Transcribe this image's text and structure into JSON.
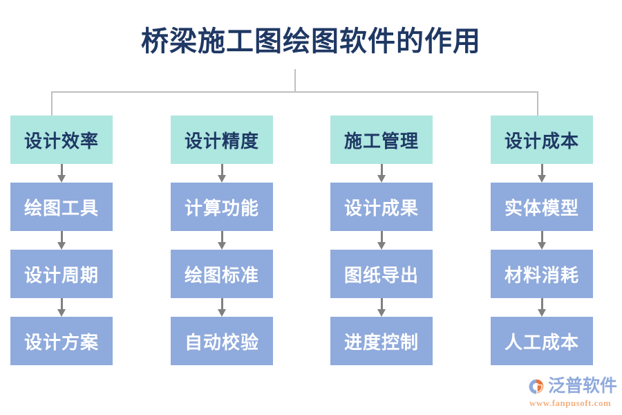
{
  "diagram": {
    "title": "桥梁施工图绘图软件的作用",
    "type": "flowchart-tree",
    "colors": {
      "title_text": "#1f3864",
      "header_box_fill": "#aee6e0",
      "header_box_text": "#1f3864",
      "sub_box_fill": "#8faadc",
      "sub_box_text": "#ffffff",
      "connector_line": "#bfbfbf",
      "arrow": "#808080",
      "background": "#ffffff"
    },
    "columns": [
      {
        "header": "设计效率",
        "items": [
          "绘图工具",
          "设计周期",
          "设计方案"
        ]
      },
      {
        "header": "设计精度",
        "items": [
          "计算功能",
          "绘图标准",
          "自动校验"
        ]
      },
      {
        "header": "施工管理",
        "items": [
          "设计成果",
          "图纸导出",
          "进度控制"
        ]
      },
      {
        "header": "设计成本",
        "items": [
          "实体模型",
          "材料消耗",
          "人工成本"
        ]
      }
    ]
  },
  "logo": {
    "name": "泛普软件",
    "url": "www.fanpusoft.com",
    "mark_colors": {
      "primary": "#e8743b",
      "secondary": "#8faadc",
      "accent": "#f4b183"
    }
  }
}
